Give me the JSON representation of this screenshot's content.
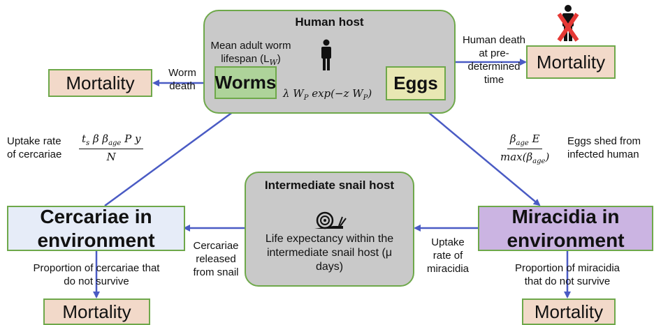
{
  "human_host": {
    "title": "Human host",
    "lifespan_label": "Mean adult worm lifespan (L",
    "lifespan_sub": "W",
    "lifespan_close": ")",
    "worms": "Worms",
    "eggs": "Eggs",
    "egg_production": "λ W",
    "egg_production_sub1": "P",
    "egg_production_mid": "exp(−z W",
    "egg_production_sub2": "P",
    "egg_production_close": ")"
  },
  "left_mortality": "Mortality",
  "worm_death": "Worm death",
  "human_death": {
    "label": "Human death at pre-determined time",
    "mortality": "Mortality"
  },
  "uptake_cercariae": {
    "label": "Uptake rate of cercariae",
    "numerator": "t",
    "num_sub": "s",
    "numerator_rest": " β β",
    "num_sub2": "age",
    "numerator_end": " P y",
    "denominator": "N"
  },
  "eggs_shed": {
    "label": "Eggs shed from infected human",
    "numerator": "β",
    "num_sub": "age",
    "numerator_end": " E",
    "denominator": "max(β",
    "den_sub": "age",
    "den_end": ")"
  },
  "snail": {
    "title": "Intermediate snail host",
    "description": "Life expectancy within the intermediate snail host (μ days)"
  },
  "cercariae": {
    "label": "Cercariae in environment",
    "released_label": "Cercariae released from snail",
    "survival_label": "Proportion of cercariae that do not survive",
    "mortality": "Mortality"
  },
  "miracidia": {
    "label": "Miracidia in environment",
    "uptake_label": "Uptake rate of miracidia",
    "survival_label": "Proportion of miracidia that do not survive",
    "mortality": "Mortality"
  },
  "colors": {
    "arrow": "#4a5bc4",
    "box_border": "#6ea84a",
    "mortality_fill": "#f2d9c9",
    "host_fill": "#c9c9c9",
    "worms_fill": "#aed39a",
    "eggs_fill": "#e8e7b3",
    "cercariae_fill": "#e6ecf8",
    "miracidia_fill": "#cbb4e2",
    "cross": "#e53935"
  },
  "icons": [
    "person-icon",
    "crossed-person-icon",
    "snail-icon"
  ]
}
